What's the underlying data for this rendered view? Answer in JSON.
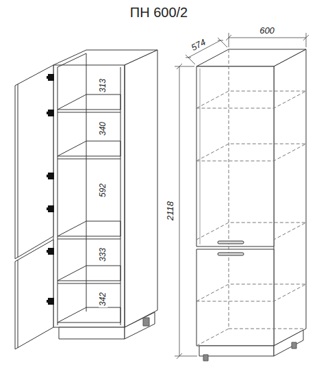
{
  "diagram": {
    "title": "ПН 600/2",
    "labels": [
      "313",
      "340",
      "592",
      "333",
      "342",
      "574",
      "600",
      "2118"
    ]
  }
}
